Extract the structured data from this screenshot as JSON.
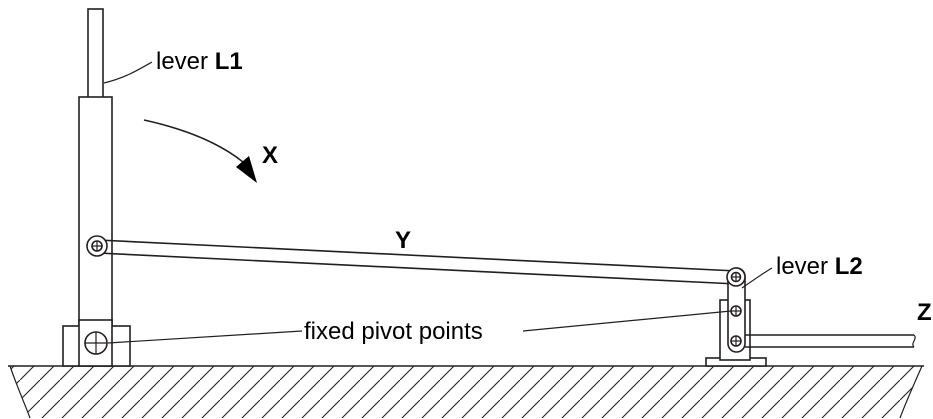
{
  "labels": {
    "lever_l1_prefix": "lever ",
    "lever_l1_name": "L1",
    "lever_l2_prefix": "lever ",
    "lever_l2_name": "L2",
    "motion_x": "X",
    "link_y": "Y",
    "output_z": "Z",
    "fixed_pivots": "fixed pivot points"
  },
  "colors": {
    "stroke": "#231f20",
    "background": "#ffffff"
  }
}
